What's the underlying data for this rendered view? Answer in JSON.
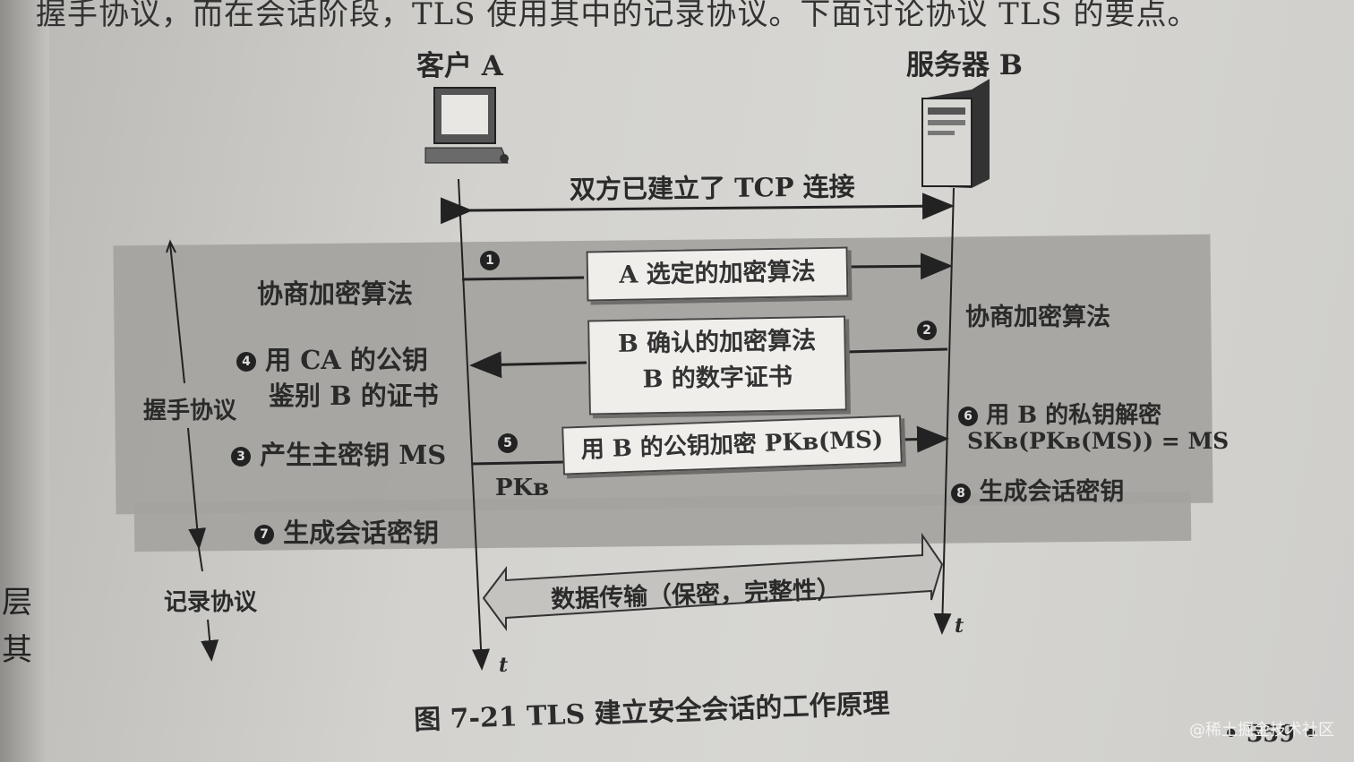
{
  "header_text": "握手协议，而在会话阶段，TLS 使用其中的记录协议。下面讨论协议 TLS 的要点。",
  "client": {
    "label": "客户 A"
  },
  "server": {
    "label": "服务器 B"
  },
  "tcp_label": "双方已建立了 TCP 连接",
  "handshake_label": "握手协议",
  "record_label": "记录协议",
  "left_notes": {
    "negotiate": "协商加密算法",
    "verify_line1": "用 CA 的公钥",
    "verify_line2": "鉴别 B 的证书",
    "gen_ms": "产生主密钥 MS",
    "gen_session": "生成会话密钥"
  },
  "right_notes": {
    "negotiate": "协商加密算法",
    "decrypt": "用 B 的私钥解密",
    "formula": "SKʙ(PKʙ(MS)) = MS",
    "gen_session": "生成会话密钥"
  },
  "messages": {
    "m1": "A 选定的加密算法",
    "m2_line1": "B 确认的加密算法",
    "m2_line2": "B 的数字证书",
    "m5": "用 B 的公钥加密 PKʙ(MS)"
  },
  "pkb_label": "PKʙ",
  "data_transfer": "数据传输（保密，完整性）",
  "time_label": "t",
  "step_numbers": {
    "s1": "1",
    "s2": "2",
    "s3": "3",
    "s4": "4",
    "s5": "5",
    "s6": "6",
    "s7": "7",
    "s8": "8"
  },
  "caption": "图 7-21    TLS 建立安全会话的工作原理",
  "page_number": "• 359 •",
  "watermark": "@稀土掘金技术社区",
  "edge_chars": [
    "层",
    "其"
  ]
}
